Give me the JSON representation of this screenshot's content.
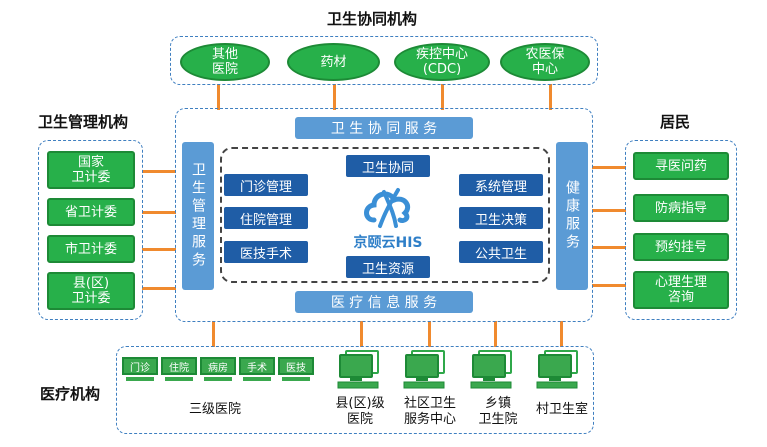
{
  "titles": {
    "collab_org": "卫生协同机构",
    "mgmt_org": "卫生管理机构",
    "residents": "居民",
    "medical_org": "医疗机构"
  },
  "collab_items": [
    "其他\n医院",
    "药材",
    "疾控中心\n(CDC)",
    "农医保\n中心"
  ],
  "mgmt_items": [
    "国家\n卫计委",
    "省卫计委",
    "市卫计委",
    "县(区)\n卫计委"
  ],
  "resident_items": [
    "寻医问药",
    "防病指导",
    "预约挂号",
    "心理生理\n咨询"
  ],
  "bars": {
    "top": "卫 生 协 同 服 务",
    "bottom": "医 疗 信 息 服 务",
    "left": "卫生管理服务",
    "right": "健康服务"
  },
  "core": {
    "top_label": "卫生协同",
    "bottom_label": "卫生资源",
    "logo_text": "京颐云HIS",
    "left_buttons": [
      "门诊管理",
      "住院管理",
      "医技手术"
    ],
    "right_buttons": [
      "系统管理",
      "卫生决策",
      "公共卫生"
    ]
  },
  "hospital_modules": [
    "门诊",
    "住院",
    "病房",
    "手术",
    "医技"
  ],
  "medical_labels": {
    "tertiary": "三级医院",
    "county": "县(区)级\n医院",
    "community": "社区卫生\n服务中心",
    "township": "乡镇\n卫生院",
    "village": "村卫生室"
  },
  "colors": {
    "green": "#27b04a",
    "blue_bar": "#5b9bd5",
    "blue_button": "#1f5da6",
    "connector": "#f08a2e",
    "dash": "#3f7fc0"
  }
}
